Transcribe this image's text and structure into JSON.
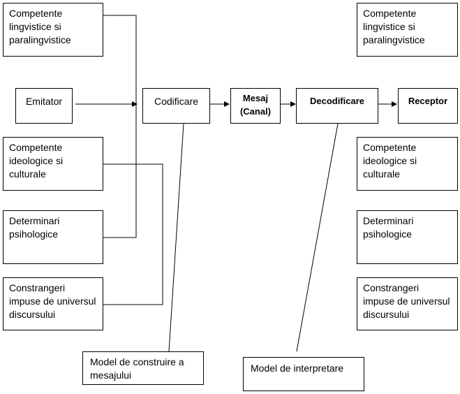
{
  "left": {
    "linguistic": "Competente lingvistice si paralingvistice",
    "emitter": "Emitator",
    "ideological": "Competente ideologice si culturale",
    "psychological": "Determinari psihologice",
    "constraints": "Constrangeri impuse de universul discursului"
  },
  "flow": {
    "encoding": "Codificare",
    "message": "Mesaj (Canal)",
    "decoding": "Decodificare",
    "receiver": "Receptor"
  },
  "right": {
    "linguistic": "Competente lingvistice si paralingvistice",
    "ideological": "Competente ideologice si culturale",
    "psychological": "Determinari psihologice",
    "constraints": "Constrangeri impuse de universul discursului"
  },
  "models": {
    "construction": "Model de construire a mesajului",
    "interpretation": "Model de interpretare"
  }
}
